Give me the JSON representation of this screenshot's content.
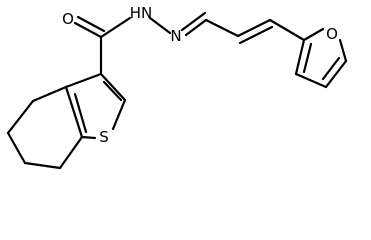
{
  "structure": {
    "atoms": {
      "oxygen_carbonyl": "O",
      "nitrogen_nh": "HN",
      "nitrogen_imine": "N",
      "oxygen_furan": "O",
      "sulfur_thiophene": "S"
    }
  }
}
